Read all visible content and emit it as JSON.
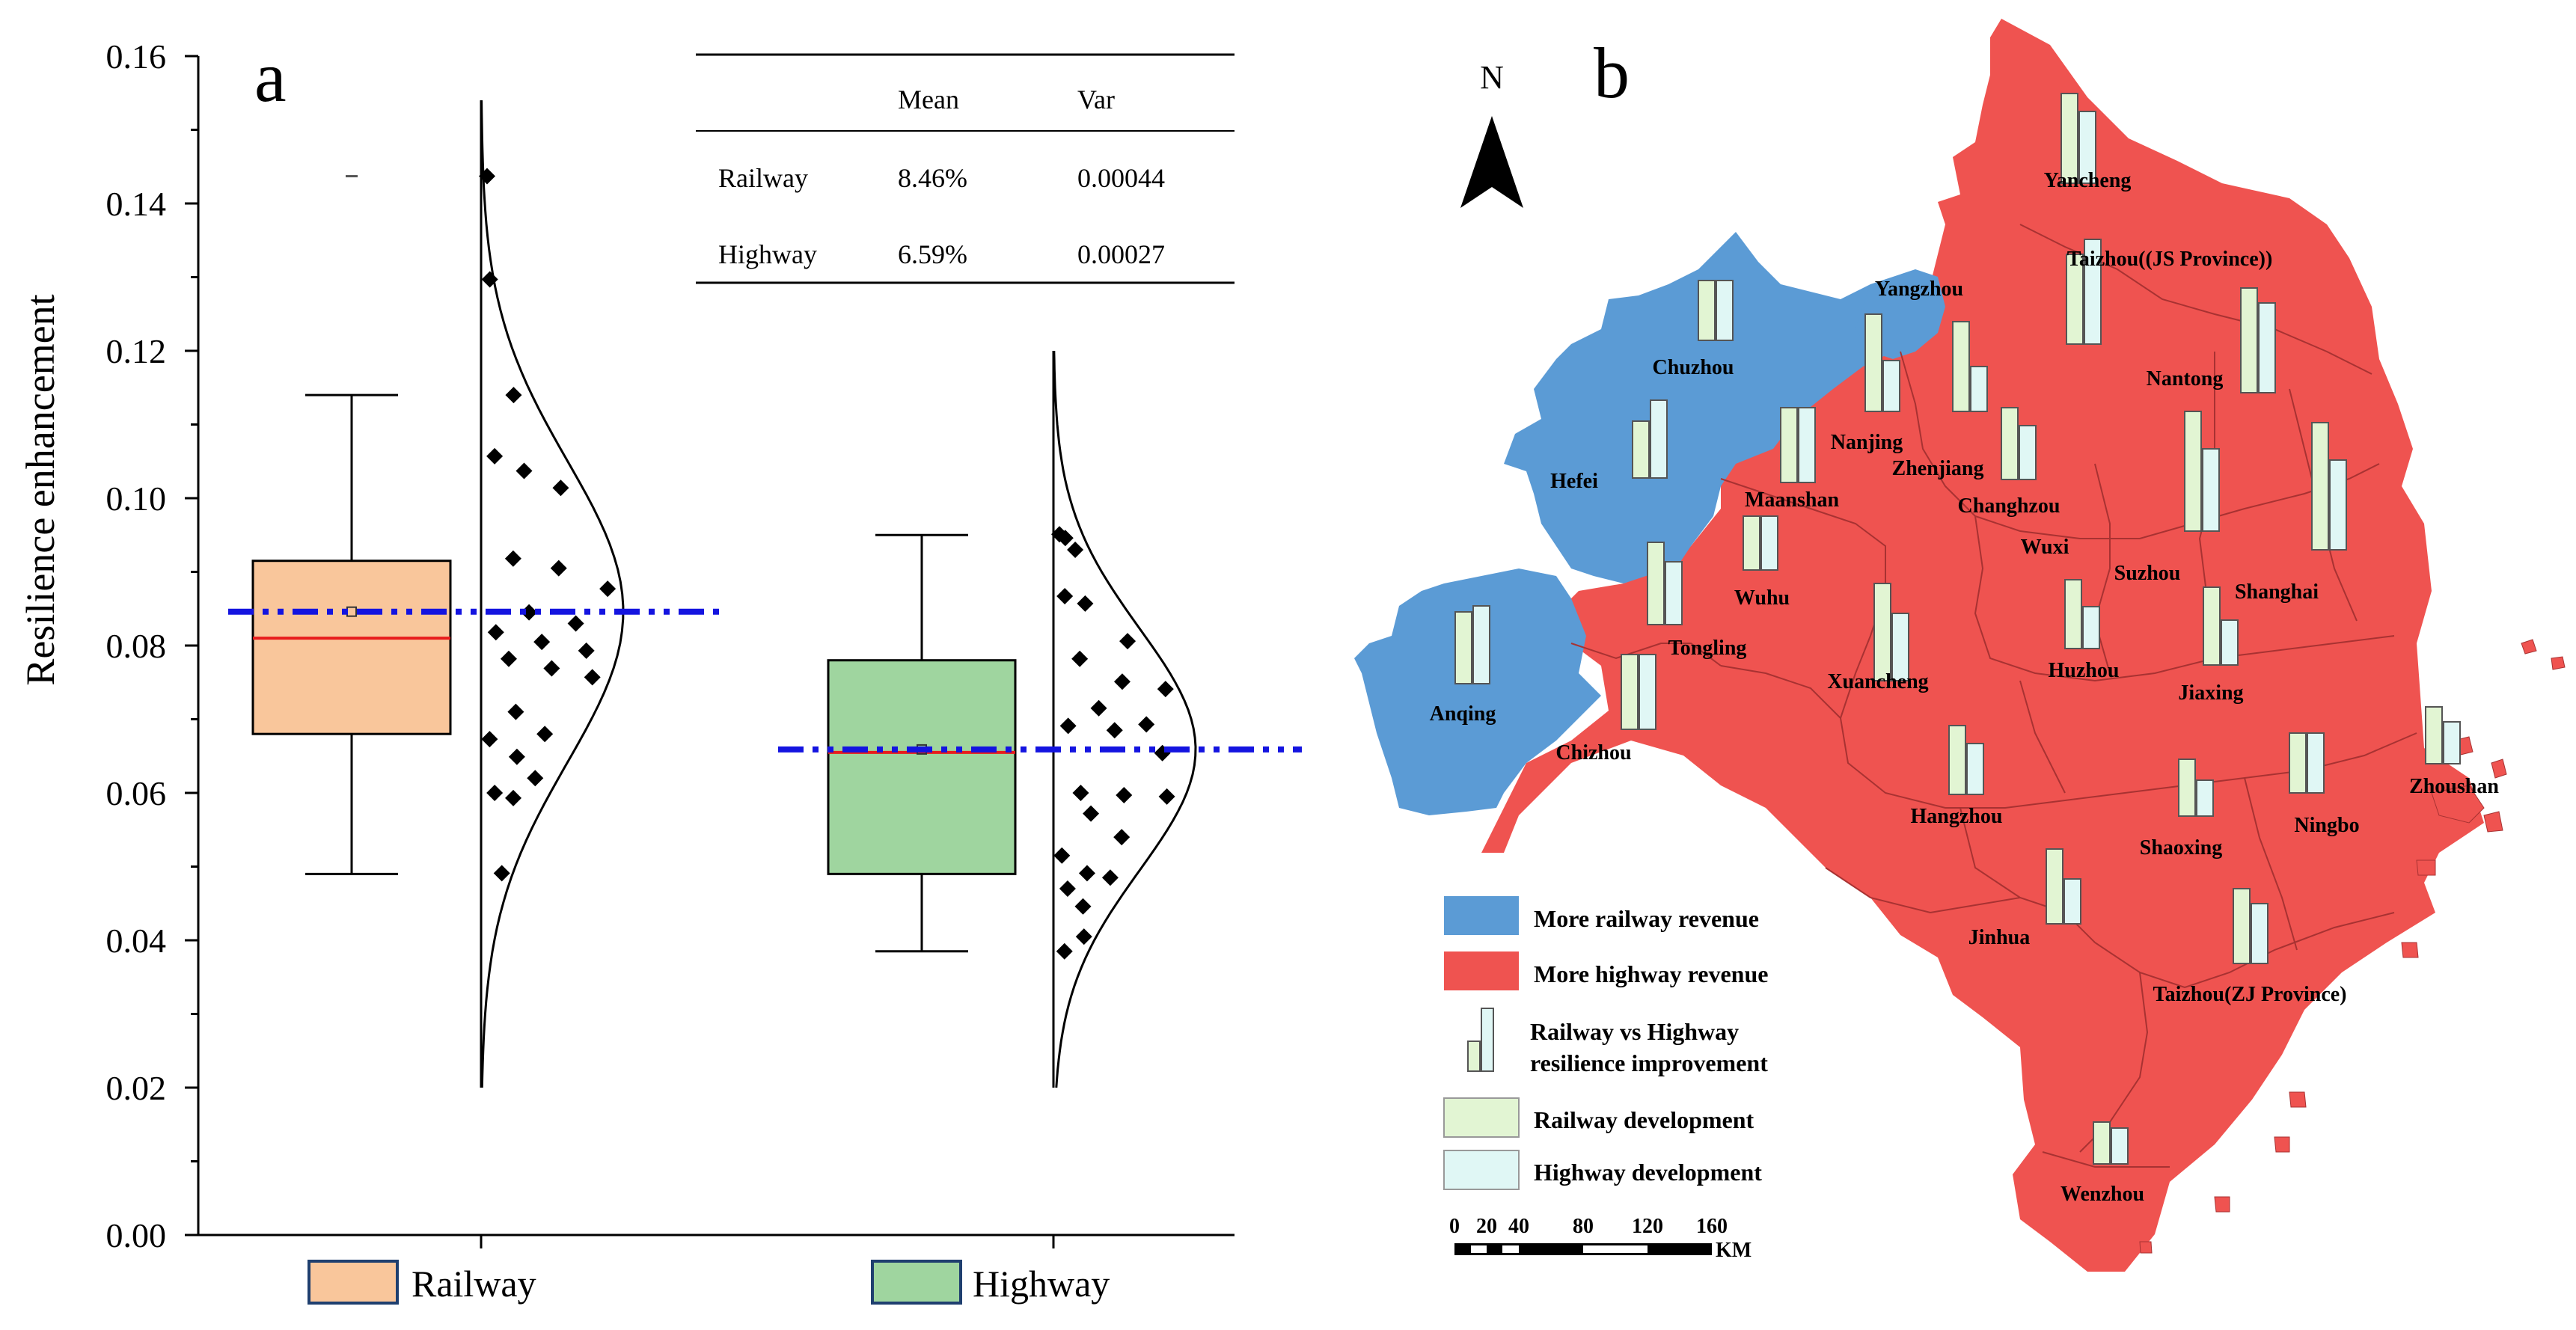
{
  "panels": {
    "a": "a",
    "b": "b"
  },
  "colors": {
    "railway_box": "#f9c69b",
    "highway_box": "#9fd59f",
    "mean_line": "#1414e0",
    "median_line": "#e81c1c",
    "map_railway": "#5b9bd5",
    "map_highway": "#ef5350",
    "bar_railway": "#e2f5d3",
    "bar_highway": "#e0f7f5"
  },
  "chart_data": {
    "type": "box",
    "ylabel": "Resilience enhancement",
    "ylim": [
      0,
      0.16
    ],
    "yticks": [
      "0.00",
      "0.02",
      "0.04",
      "0.06",
      "0.08",
      "0.10",
      "0.12",
      "0.14",
      "0.16"
    ],
    "legend_position": "bottom",
    "series": [
      {
        "name": "Railway",
        "min": 0.049,
        "q1": 0.068,
        "median": 0.081,
        "q3": 0.0915,
        "max": 0.114,
        "mean": 0.0846,
        "outlier": 0.1437,
        "dist_range": [
          0.02,
          0.154
        ],
        "dist_mu": 0.0846,
        "dist_sd": 0.0205,
        "points": [
          0.1437,
          0.1297,
          0.114,
          0.1057,
          0.1037,
          0.1014,
          0.0918,
          0.0905,
          0.0877,
          0.0845,
          0.083,
          0.0818,
          0.0805,
          0.0793,
          0.0782,
          0.0769,
          0.0757,
          0.071,
          0.068,
          0.0673,
          0.0649,
          0.062,
          0.06,
          0.0593,
          0.0491
        ]
      },
      {
        "name": "Highway",
        "min": 0.0385,
        "q1": 0.049,
        "median": 0.0655,
        "q3": 0.078,
        "max": 0.095,
        "mean": 0.0659,
        "dist_range": [
          0.02,
          0.12
        ],
        "dist_mu": 0.0659,
        "dist_sd": 0.0164,
        "points": [
          0.0951,
          0.0946,
          0.093,
          0.0867,
          0.0857,
          0.0806,
          0.0782,
          0.0751,
          0.0741,
          0.0715,
          0.0693,
          0.0691,
          0.0685,
          0.0654,
          0.06,
          0.0597,
          0.0595,
          0.0572,
          0.054,
          0.0515,
          0.0491,
          0.0485,
          0.047,
          0.0446,
          0.0405,
          0.0385
        ]
      }
    ]
  },
  "stats_table": {
    "headers": [
      "",
      "Mean",
      "Var"
    ],
    "rows": [
      [
        "Railway",
        "8.46%",
        "0.00044"
      ],
      [
        "Highway",
        "6.59%",
        "0.00027"
      ]
    ]
  },
  "map": {
    "north": "N",
    "cities": [
      {
        "name": "Yancheng",
        "rail": 60,
        "high": 48
      },
      {
        "name": "Taizhou((JS Province))",
        "rail": 60,
        "high": 70
      },
      {
        "name": "Yangzhou",
        "rail": 0,
        "high": 0
      },
      {
        "name": "Chuzhou",
        "rail": 40,
        "high": 40
      },
      {
        "name": "Nantong",
        "rail": 70,
        "high": 60
      },
      {
        "name": "Nanjing",
        "rail": 65,
        "high": 34
      },
      {
        "name": "Zhenjiang",
        "rail": 60,
        "high": 30
      },
      {
        "name": "Hefei",
        "rail": 38,
        "high": 52
      },
      {
        "name": "Maanshan",
        "rail": 50,
        "high": 50
      },
      {
        "name": "Changhzou",
        "rail": 48,
        "high": 36
      },
      {
        "name": "Wuxi",
        "rail": 0,
        "high": 0
      },
      {
        "name": "Suzhou",
        "rail": 80,
        "high": 55
      },
      {
        "name": "Shanghai",
        "rail": 85,
        "high": 60
      },
      {
        "name": "Wuhu",
        "rail": 36,
        "high": 36
      },
      {
        "name": "Tongling",
        "rail": 55,
        "high": 42
      },
      {
        "name": "Xuancheng",
        "rail": 65,
        "high": 45
      },
      {
        "name": "Huzhou",
        "rail": 46,
        "high": 28
      },
      {
        "name": "Jiaxing",
        "rail": 52,
        "high": 30
      },
      {
        "name": "Anqing",
        "rail": 48,
        "high": 52
      },
      {
        "name": "Chizhou",
        "rail": 50,
        "high": 50
      },
      {
        "name": "Hangzhou",
        "rail": 46,
        "high": 34
      },
      {
        "name": "Shaoxing",
        "rail": 38,
        "high": 24
      },
      {
        "name": "Ningbo",
        "rail": 40,
        "high": 40
      },
      {
        "name": "Zhoushan",
        "rail": 38,
        "high": 28
      },
      {
        "name": "Jinhua",
        "rail": 50,
        "high": 30
      },
      {
        "name": "Taizhou(ZJ Province)",
        "rail": 50,
        "high": 40
      },
      {
        "name": "Wenzhou",
        "rail": 28,
        "high": 24
      }
    ],
    "legend": {
      "railway_revenue": "More railway revenue",
      "highway_revenue": "More highway revenue",
      "comparison_line1": "Railway vs Highway",
      "comparison_line2": "resilience improvement",
      "railway_dev": "Railway development",
      "highway_dev": "Highway development"
    },
    "scale": {
      "ticks": [
        "0",
        "20",
        "40",
        "80",
        "120",
        "160"
      ],
      "unit": "KM"
    }
  }
}
